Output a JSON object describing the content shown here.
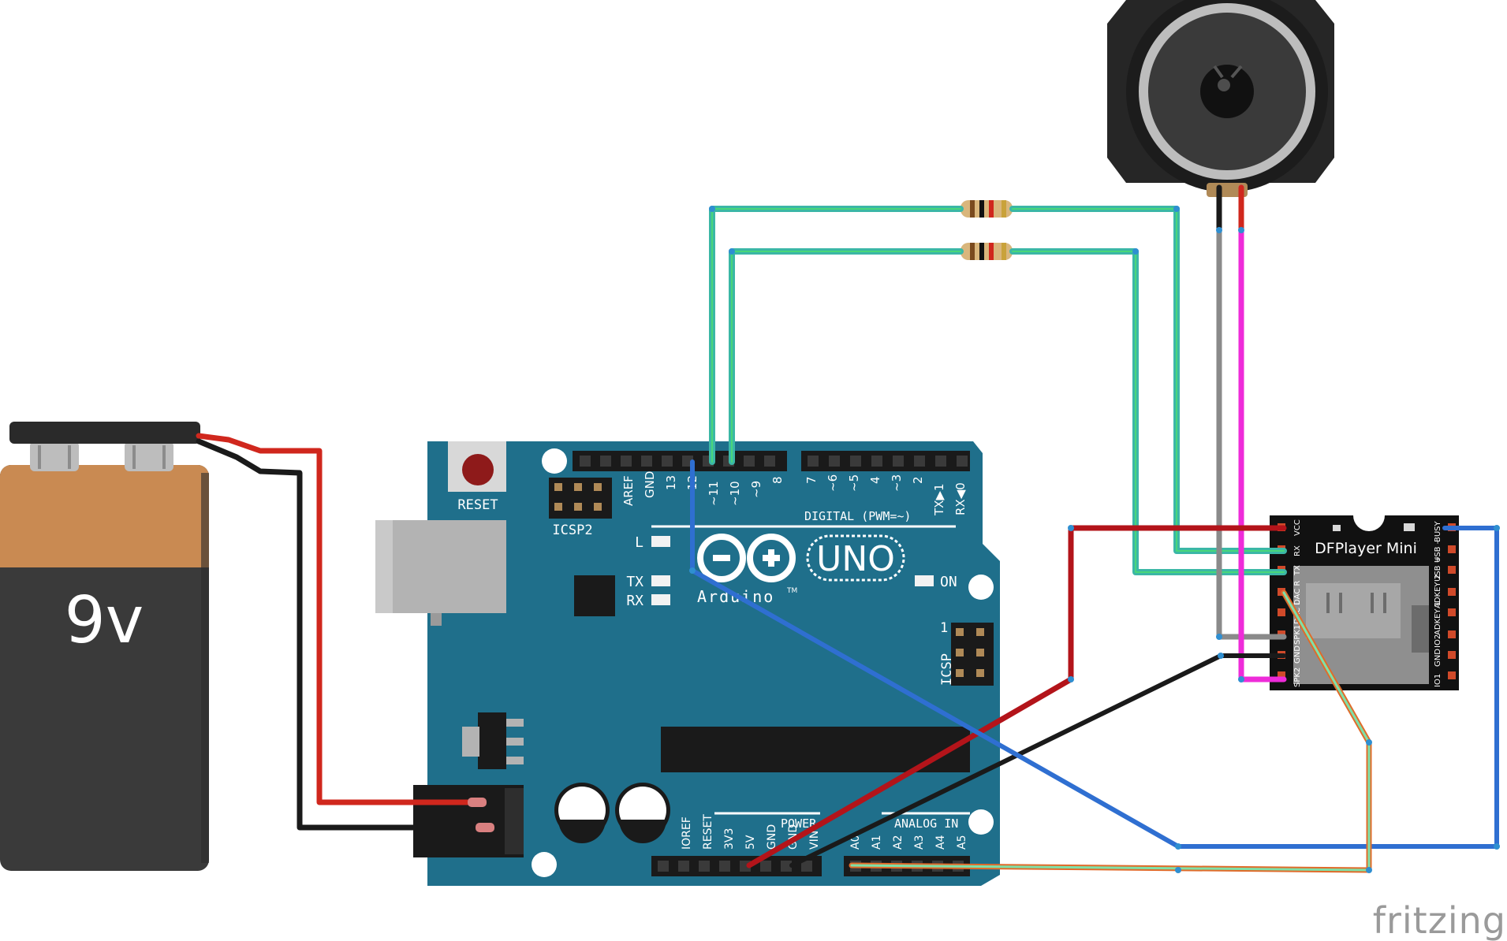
{
  "credit": "fritzing",
  "battery": {
    "label": "9v",
    "body_color": "#3b3b3b",
    "cap_color": "#c98a52"
  },
  "arduino": {
    "board_color": "#1f6f8b",
    "logo_text": "UNO",
    "brand_text": "Arduino",
    "tm": "TM",
    "reset_label": "RESET",
    "icsp2_label": "ICSP2",
    "icsp_label": "ICSP",
    "icsp_pin1": "1",
    "led_l": "L",
    "led_tx": "TX",
    "led_rx": "RX",
    "led_on": "ON",
    "digital_label": "DIGITAL (PWM=~)",
    "power_label": "POWER",
    "analog_label": "ANALOG IN",
    "top_pins": [
      "AREF",
      "GND",
      "13",
      "12",
      "~11",
      "~10",
      "~9",
      "8"
    ],
    "top_pins_right": [
      "7",
      "~6",
      "~5",
      "4",
      "~3",
      "2",
      "TX▶1",
      "RX◀0"
    ],
    "power_pins": [
      "IOREF",
      "RESET",
      "3V3",
      "5V",
      "GND",
      "GND",
      "VIN"
    ],
    "analog_pins": [
      "A0",
      "A1",
      "A2",
      "A3",
      "A4",
      "A5"
    ]
  },
  "dfplayer": {
    "title": "DFPlayer Mini",
    "left_pins": [
      "VCC",
      "RX",
      "TX",
      "DAC R",
      "DAC L",
      "SPK1",
      "GND",
      "SPK2"
    ],
    "right_pins": [
      "BUSY",
      "USB -",
      "USB +",
      "ADKEY 2",
      "ADKEY 1",
      "IO2",
      "GND",
      "IO1"
    ]
  },
  "wire_colors": {
    "red": "#d0271d",
    "dark_red": "#b3141a",
    "black": "#1a1a1a",
    "teal": "#3bb7a6",
    "teal_core": "#49d67a",
    "blue": "#2f6fd1",
    "orange": "#e06b2a",
    "magenta": "#ee2bd9",
    "gray": "#8a8a8a"
  }
}
